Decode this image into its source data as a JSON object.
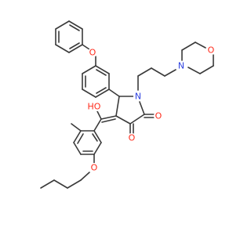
{
  "atoms": {
    "ether_o": {
      "text": "O",
      "color": "#ff2a1a"
    },
    "morpholine_n": {
      "text": "N",
      "color": "#2b3fe0"
    },
    "morpholine_o": {
      "text": "O",
      "color": "#ff2a1a"
    },
    "ring_n": {
      "text": "N",
      "color": "#2b3fe0"
    },
    "carbonyl_o_1": {
      "text": "O",
      "color": "#ff2a1a"
    },
    "carbonyl_o_2": {
      "text": "O",
      "color": "#ff2a1a"
    },
    "hydroxyl": {
      "text": "HO",
      "color": "#ff2a1a"
    },
    "butoxy_o": {
      "text": "O",
      "color": "#ff2a1a"
    }
  },
  "colors": {
    "bond": "#3a3a3a",
    "oxygen": "#ff2a1a",
    "nitrogen": "#2b3fe0",
    "background": "#ffffff"
  }
}
